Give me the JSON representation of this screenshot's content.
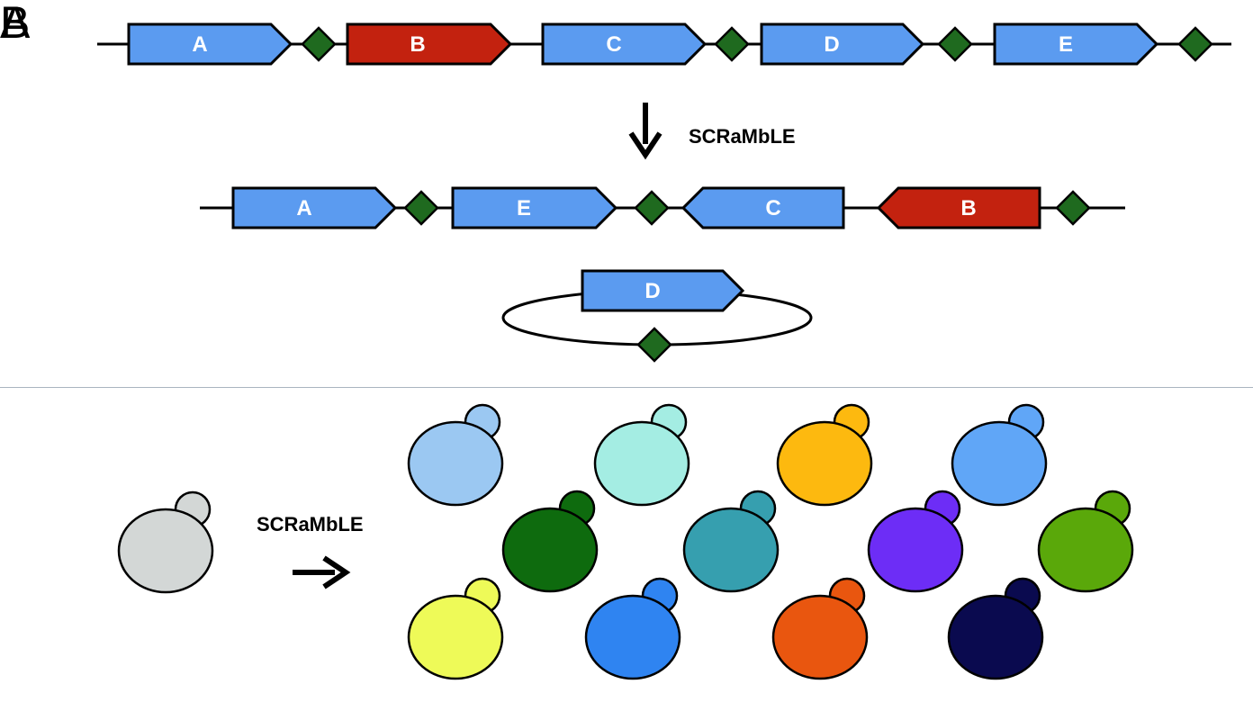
{
  "panels": {
    "a_label": "A",
    "b_label": "B"
  },
  "colors": {
    "gene_blue": "#5b9bf0",
    "gene_red": "#c3220f",
    "loxp_green": "#1f6a1f",
    "line": "#000000"
  },
  "panel_a": {
    "scramble_label": "SCRaMbLE",
    "original_chromosome": {
      "genes": [
        {
          "label": "A",
          "color": "blue",
          "orientation": "forward"
        },
        {
          "label": "B",
          "color": "red",
          "orientation": "forward"
        },
        {
          "label": "C",
          "color": "blue",
          "orientation": "forward"
        },
        {
          "label": "D",
          "color": "blue",
          "orientation": "forward"
        },
        {
          "label": "E",
          "color": "blue",
          "orientation": "forward"
        }
      ]
    },
    "scrambled_chromosome": {
      "genes": [
        {
          "label": "A",
          "color": "blue",
          "orientation": "forward"
        },
        {
          "label": "E",
          "color": "blue",
          "orientation": "forward"
        },
        {
          "label": "C",
          "color": "blue",
          "orientation": "reverse"
        },
        {
          "label": "B",
          "color": "red",
          "orientation": "reverse"
        }
      ]
    },
    "excised_circle": {
      "gene_label": "D",
      "color": "blue",
      "orientation": "forward"
    }
  },
  "panel_b": {
    "scramble_label": "SCRaMbLE",
    "parent_cell_color": "#d3d7d6",
    "progeny_cell_colors": [
      "#9bc8f2",
      "#a4ede3",
      "#fdb90f",
      "#60a6f7",
      "#0e6b0e",
      "#369faf",
      "#6d2df6",
      "#5aa80a",
      "#eefa58",
      "#2f84f1",
      "#e9560f",
      "#0a0a4f"
    ]
  }
}
